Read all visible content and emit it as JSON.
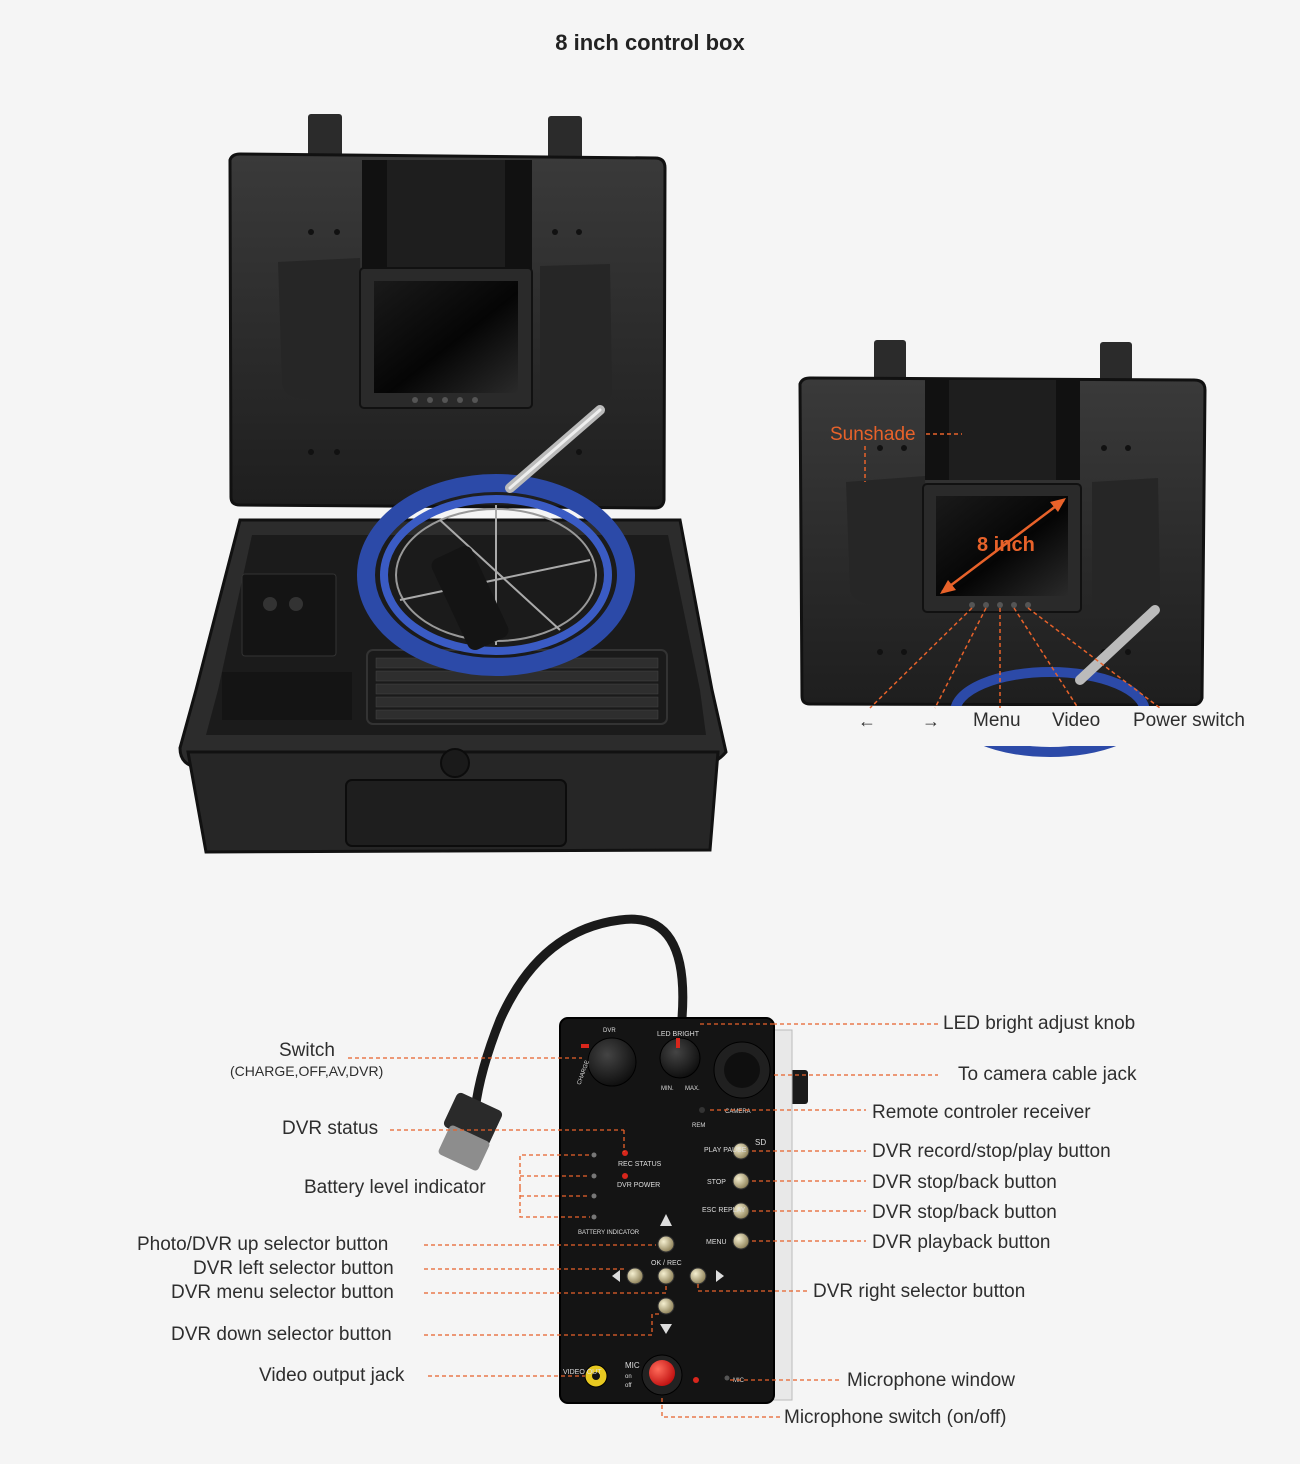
{
  "title": "8 inch control box",
  "monitor_callouts": {
    "sunshade": "Sunshade",
    "screen_size": "8 inch",
    "left_arrow": "←",
    "right_arrow": "→",
    "menu": "Menu",
    "video": "Video",
    "power": "Power switch"
  },
  "panel_left": {
    "switch": "Switch",
    "switch_modes": "(CHARGE,OFF,AV,DVR)",
    "dvr_status": "DVR status",
    "battery": "Battery level indicator",
    "up": "Photo/DVR up selector button",
    "left": "DVR left selector button",
    "menu": "DVR menu selector button",
    "down": "DVR down selector button",
    "video_out": "Video output jack"
  },
  "panel_right": {
    "led": "LED bright adjust knob",
    "camera_jack": "To camera cable jack",
    "remote": "Remote controler receiver",
    "record": "DVR record/stop/play button",
    "stop1": "DVR stop/back button",
    "stop2": "DVR stop/back button",
    "playback": "DVR playback button",
    "right": "DVR right selector button",
    "mic_window": "Microphone window",
    "mic_switch": "Microphone switch (on/off)"
  },
  "panel_print": {
    "dvr": "DVR",
    "charge": "CHARGE",
    "led_bright": "LED BRIGHT",
    "min": "MIN.",
    "max": "MAX.",
    "camera": "CAMERA",
    "rem": "REM",
    "rec_status": "REC STATUS",
    "dvr_power": "DVR POWER",
    "play_pause": "PLAY PAUSE",
    "sd": "SD",
    "stop": "STOP",
    "esc_replay": "ESC REPLAY",
    "menu": "MENU",
    "battery_indicator": "BATTERY INDICATOR",
    "ok_rec": "OK / REC",
    "video_out": "VIDEO OUT",
    "mic": "MIC",
    "on": "on",
    "off": "off",
    "mic_small": "MIC"
  },
  "colors": {
    "accent": "#e8622a",
    "case": "#2a2a2a",
    "cable": "#2c4aa8",
    "background": "#f5f5f5"
  }
}
